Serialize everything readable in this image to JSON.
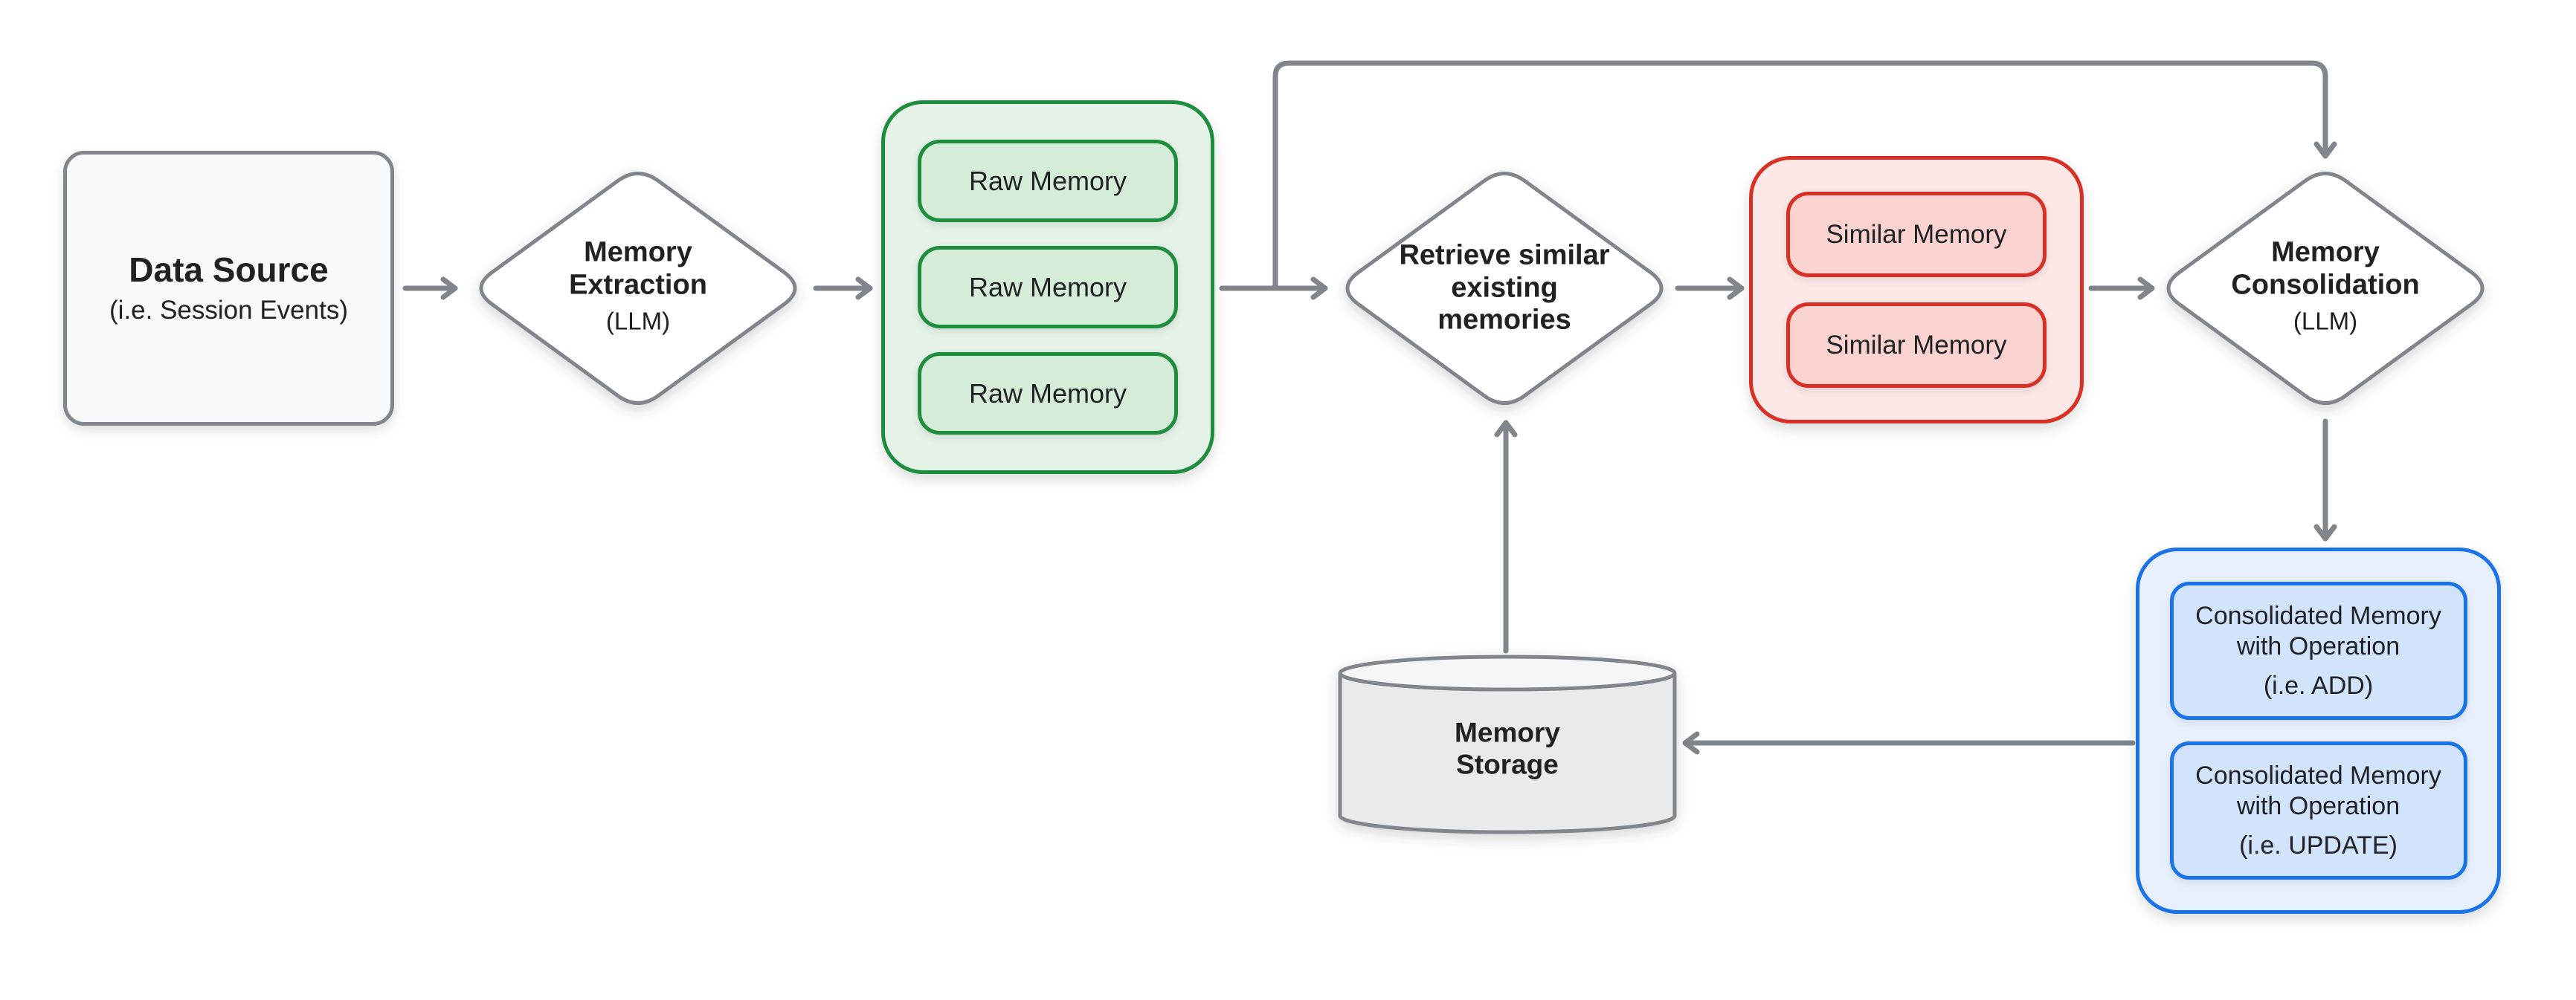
{
  "diagram": {
    "data_source": {
      "title": "Data Source",
      "subtitle": "(i.e. Session Events)"
    },
    "memory_extraction": {
      "title": "Memory Extraction",
      "subtitle": "(LLM)"
    },
    "raw_memory_group": {
      "items": [
        "Raw Memory",
        "Raw Memory",
        "Raw Memory"
      ]
    },
    "retrieve": {
      "title": "Retrieve similar existing memories"
    },
    "similar_memory_group": {
      "items": [
        "Similar Memory",
        "Similar Memory"
      ]
    },
    "memory_consolidation": {
      "title": "Memory Consolidation",
      "subtitle": "(LLM)"
    },
    "consolidated_group": {
      "items": [
        {
          "title": "Consolidated Memory with Operation",
          "subtitle": "(i.e. ADD)"
        },
        {
          "title": "Consolidated Memory with Operation",
          "subtitle": "(i.e. UPDATE)"
        }
      ]
    },
    "memory_storage": {
      "title": "Memory Storage"
    },
    "colors": {
      "green_border": "#1e8e3e",
      "green_fill": "#e4f2e7",
      "green_item_fill": "#d5ecd9",
      "red_border": "#d93025",
      "red_fill": "#fce8e6",
      "red_item_fill": "#fad2cf",
      "blue_border": "#1a73e8",
      "blue_fill": "#e8f0fe",
      "blue_item_fill": "#d2e3fc",
      "gray_border": "#80868b",
      "gray_box_fill": "#f8f9fa",
      "cylinder_body_fill": "#e9eaec",
      "cylinder_top_fill": "#f4f5f6",
      "arrow": "#80868b",
      "text": "#202124",
      "background": "#ffffff"
    }
  }
}
